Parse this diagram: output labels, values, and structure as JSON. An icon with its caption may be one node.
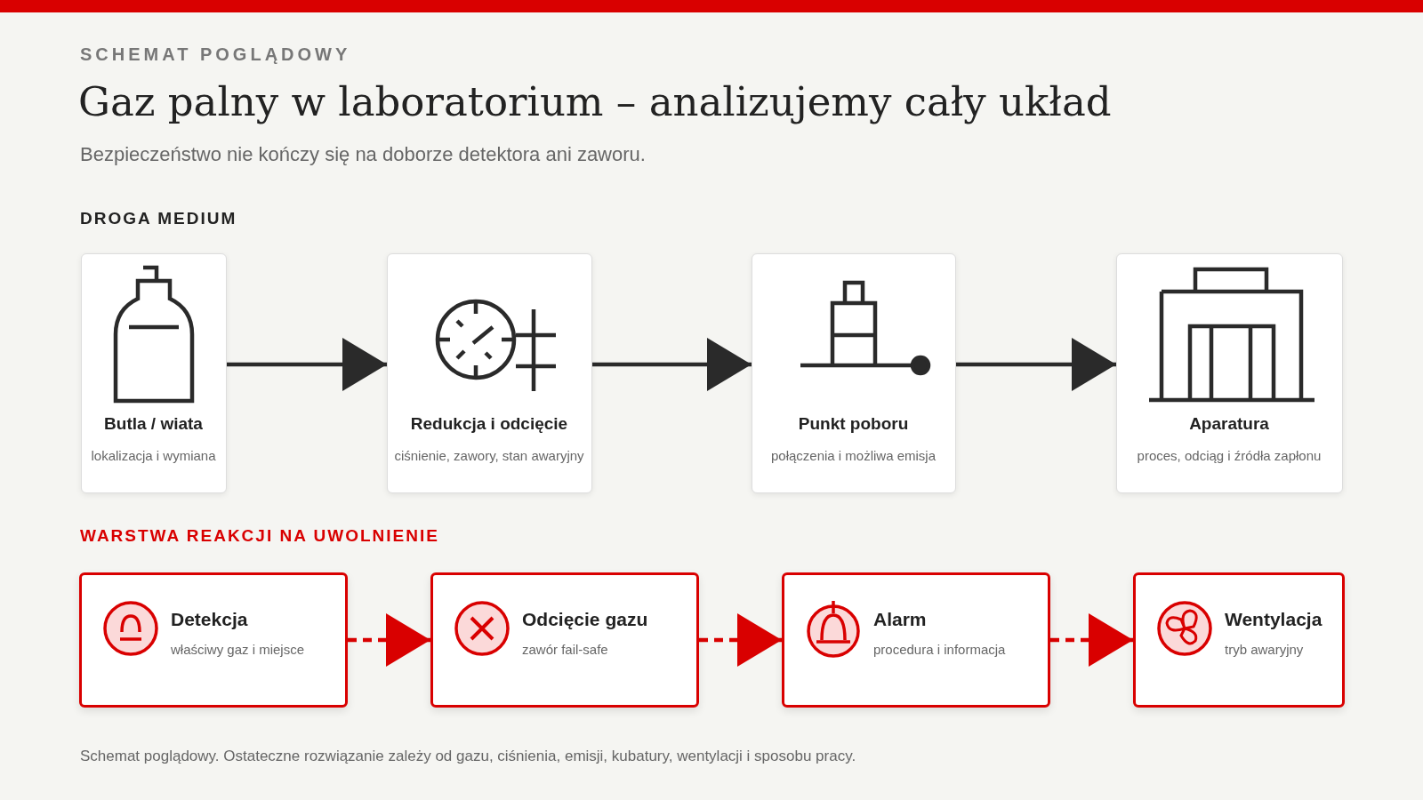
{
  "diagram": {
    "title": "Gaz palny w laboratorium – analizujemy cały układ",
    "caption": "Schemat poglądowy. Ostateczne rozwiązanie zależy od gazu, ciśnienia, emisji, kubatury, wentylacji i sposobu pracy.",
    "labels": [
      "SCHEMAT POGLĄDOWY",
      "Bezpieczeństwo nie kończy się na doborze detektora ani zaworu.",
      "DROGA MEDIUM",
      "WARSTWA REAKCJI NA UWOLNIENIE"
    ],
    "nodes": [
      {
        "text": [
          "Butla / wiata",
          "lokalizacja i wymiana"
        ]
      },
      {
        "text": [
          "Redukcja i odcięcie",
          "ciśnienie, zawory, stan awaryjny"
        ]
      },
      {
        "text": [
          "Punkt poboru",
          "połączenia i możliwa emisja"
        ]
      },
      {
        "text": [
          "Aparatura",
          "proces, odciąg i źródła zapłonu"
        ]
      },
      {
        "text": [
          "Detekcja",
          "właściwy gaz i miejsce"
        ]
      },
      {
        "text": [
          "Odcięcie gazu",
          "zawór fail-safe"
        ]
      },
      {
        "text": [
          "Alarm",
          "procedura i informacja"
        ]
      },
      {
        "text": [
          "Wentylacja",
          "tryb awaryjny"
        ]
      }
    ],
    "edges": [
      {
        "from": 0,
        "to": 1,
        "arrow": "to"
      },
      {
        "from": 1,
        "to": 2,
        "arrow": "to"
      },
      {
        "from": 2,
        "to": 3,
        "arrow": "to"
      },
      {
        "from": 4,
        "to": 5,
        "arrow": "to",
        "style": "dashed",
        "color": "#d90000"
      },
      {
        "from": 5,
        "to": 6,
        "arrow": "to",
        "style": "dashed",
        "color": "#d90000"
      },
      {
        "from": 6,
        "to": 7,
        "arrow": "to",
        "style": "dashed",
        "color": "#d90000"
      }
    ]
  }
}
